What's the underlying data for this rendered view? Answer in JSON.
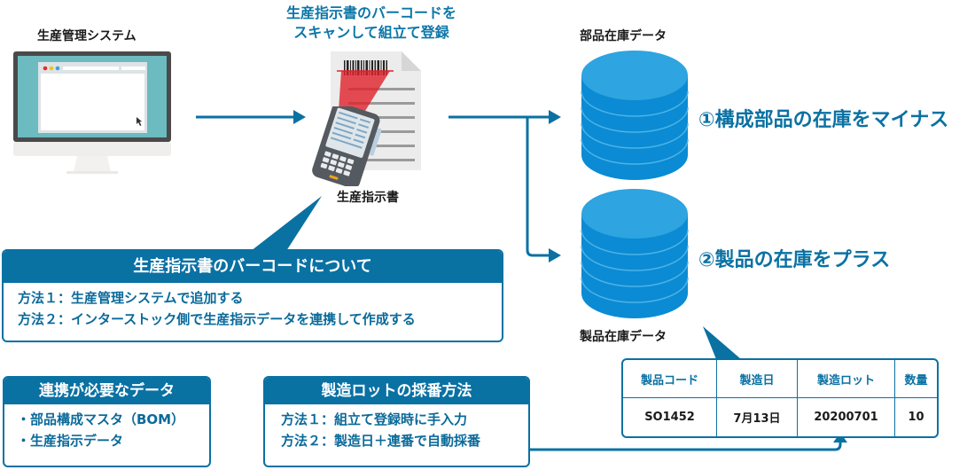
{
  "labels": {
    "production_system": "生産管理システム",
    "scan_caption_line1": "生産指示書のバーコードを",
    "scan_caption_line2": "スキャンして組立て登録",
    "instruction_sheet": "生産指示書",
    "parts_stock_data": "部品在庫データ",
    "product_stock_data": "製品在庫データ"
  },
  "results": {
    "step1": "①構成部品の在庫をマイナス",
    "step2": "②製品の在庫をプラス"
  },
  "barcode_box": {
    "title": "生産指示書のバーコードについて",
    "lines": [
      "方法１：生産管理システムで追加する",
      "方法２：インターストック側で生産指示データを連携して作成する"
    ]
  },
  "required_data_box": {
    "title": "連携が必要なデータ",
    "lines": [
      "・部品構成マスタ（BOM）",
      "・生産指示データ"
    ]
  },
  "lot_numbering_box": {
    "title": "製造ロットの採番方法",
    "lines": [
      "方法１：組立て登録時に手入力",
      "方法２：製造日＋連番で自動採番"
    ]
  },
  "stock_table": {
    "columns": [
      "製品コード",
      "製造日",
      "製造ロット",
      "数量"
    ],
    "rows": [
      [
        "SO1452",
        "7月13日",
        "20200701",
        "10"
      ]
    ]
  },
  "icons": {
    "computer": "desktop-monitor-icon",
    "scanner": "handheld-barcode-scanner-icon",
    "document": "document-with-barcode-icon",
    "database_parts": "database-cylinder-icon",
    "database_products": "database-cylinder-icon"
  },
  "colors": {
    "accent": "#0a71a3",
    "database": "#1e9bd7",
    "scan_beam": "#e0202a"
  }
}
